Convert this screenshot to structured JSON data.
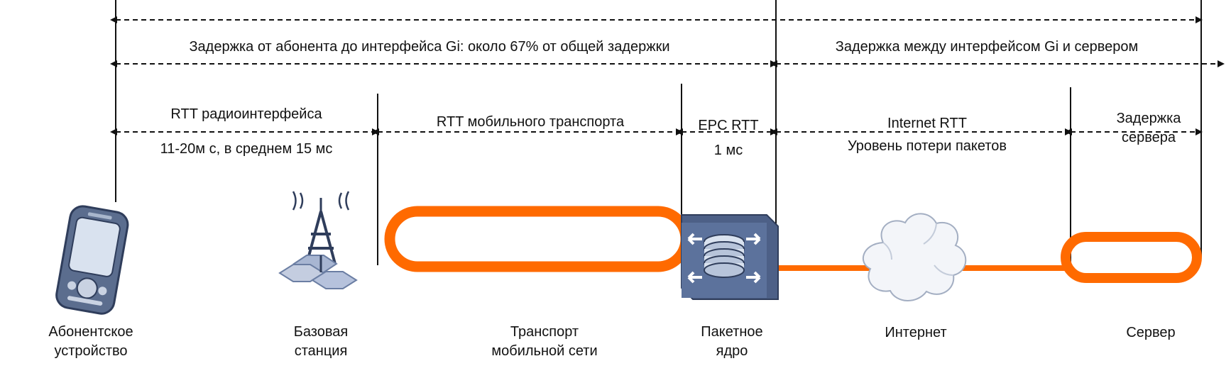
{
  "colors": {
    "line": "#111111",
    "pipe": "#ff6a00",
    "device": "#5d6f8f",
    "device_dark": "#2f3d5b",
    "screen": "#d9e2ef",
    "cloud": "#f2f4f8",
    "core": "#556a91"
  },
  "icons": {
    "subscriber": "mobile-device-icon",
    "base_station": "base-station-icon",
    "packet_core": "packet-core-icon",
    "internet": "internet-cloud-icon",
    "server": "server-loop-icon"
  },
  "labels": {
    "total_left": "Задержка от абонента до интерфейса Gi: около 67% от общей задержки",
    "total_right": "Задержка между интерфейсом Gi и сервером",
    "radio_rtt": "RTT радиоинтерфейса",
    "radio_value": "11-20м с, в среднем 15 мс",
    "mobile_rtt": "RTT мобильного транспорта",
    "epc_rtt": "EPC RTT",
    "epc_value": "1 мс",
    "internet_rtt": "Internet RTT",
    "packet_loss": "Уровень потери пакетов",
    "server_delay_1": "Задержка",
    "server_delay_2": "сервера"
  },
  "nodes": {
    "subscriber_1": "Абонентское",
    "subscriber_2": "устройство",
    "base_1": "Базовая",
    "base_2": "станция",
    "transport_1": "Транспорт",
    "transport_2": "мобильной сети",
    "core_1": "Пакетное",
    "core_2": "ядро",
    "internet": "Интернет",
    "server": "Сервер"
  }
}
